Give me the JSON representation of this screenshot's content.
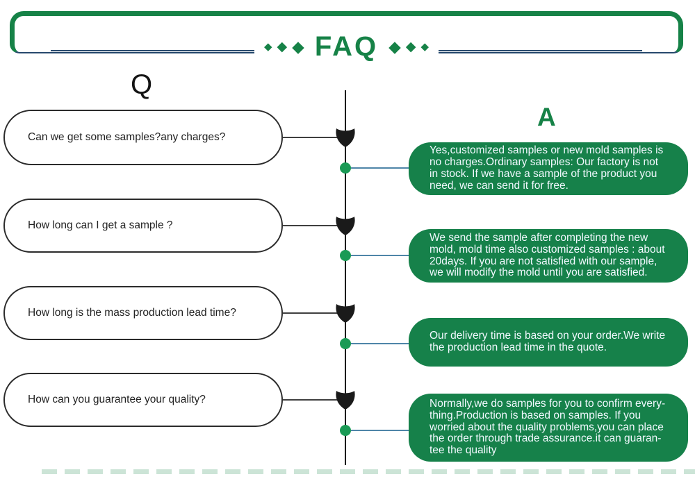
{
  "page": {
    "title": "FAQ",
    "q_column_label": "Q",
    "a_column_label": "A",
    "diamond_char": "◆"
  },
  "colors": {
    "brand_green": "#168247",
    "dot_green": "#1a9a55",
    "header_line_navy": "#27496d",
    "answer_connector_blue": "#4e85a8",
    "question_border": "#2b2b2b"
  },
  "faq_items": [
    {
      "question": "Can we get some samples?any charges?",
      "answer": "Yes,customized samples or new mold samples is\nno charges.Ordinary samples: Our factory is not\nin stock. If we have a sample of the product you\nneed, we can send it for free."
    },
    {
      "question": "How long can I get a sample ?",
      "answer": "We send the sample after completing the new\nmold, mold time also customized samples : about\n20days. If you are not satisfied with our sample,\nwe will modify the mold until you are satisfied."
    },
    {
      "question": "How long is the mass production lead time?",
      "answer": "Our delivery time is based on your order.We write\nthe production lead time in the quote."
    },
    {
      "question": "How can you guarantee your quality?",
      "answer": "Normally,we do samples for you to confirm every-\nthing.Production is based on samples. If you\nworried about the quality problems,you can place\nthe order through trade assurance.it can guaran-\ntee the quality"
    }
  ]
}
